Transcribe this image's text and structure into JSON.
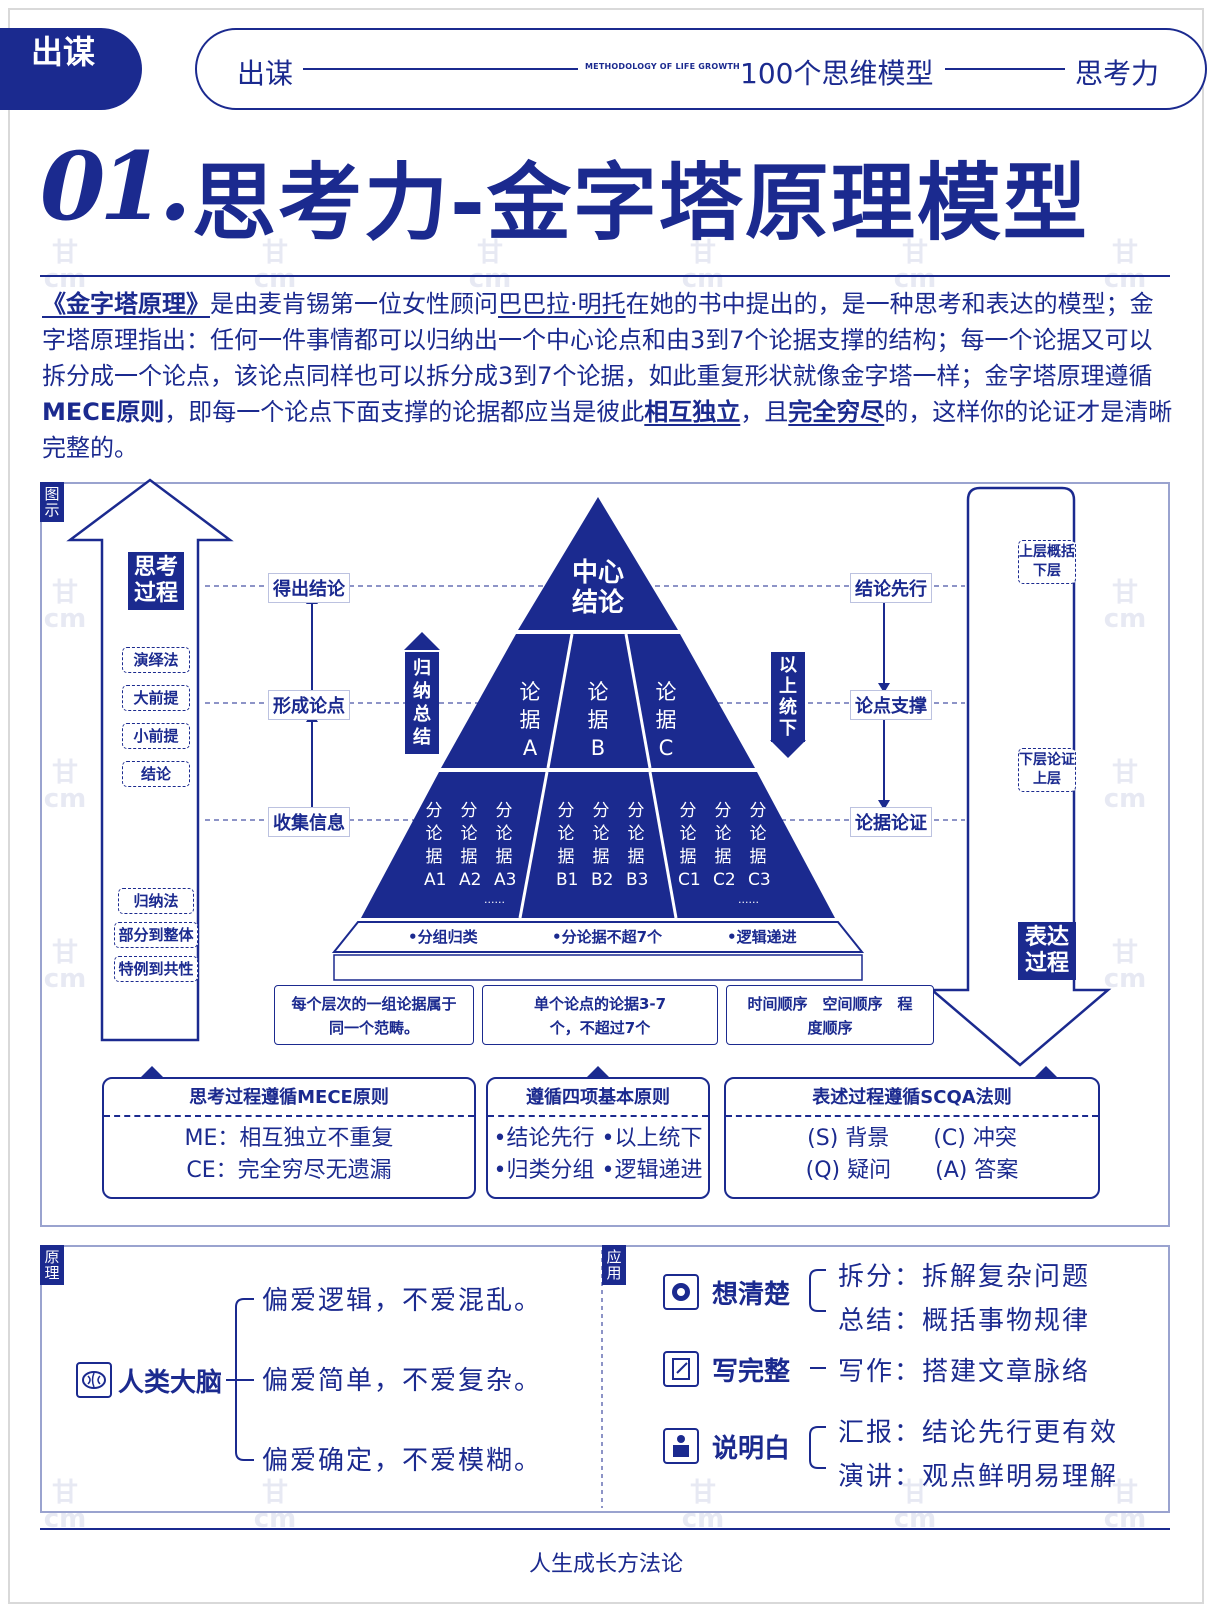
{
  "header": {
    "logo_text": "出谋",
    "left_label": "出谋",
    "en_label": "METHODOLOGY OF LIFE GROWTH",
    "mid_label": "100个思维模型",
    "right_label": "思考力"
  },
  "title": {
    "number": "01.",
    "text": "思考力-金字塔原理模型"
  },
  "intro": {
    "seg1": "《金字塔原理》",
    "seg2": "是由麦肯锡第一位女性顾问",
    "seg3": "巴巴拉·明托",
    "seg4": "在她的书中提出的，是一种思考和表达的模型；金字塔原理指出：任何一件事情都可以归纳出一个中心论点和由3到7个论据支撑的结构；每一个论据又可以拆分成一个论点，该论点同样也可以拆分成3到7个论据，如此重复形状就像金字塔一样；金字塔原理遵循",
    "seg5": "MECE原则",
    "seg6": "，即每一个论点下面支撑的论据都应当是彼此",
    "seg7": "相互独立",
    "seg8": "，且",
    "seg9": "完全穷尽",
    "seg10": "的，这样你的论证才是清晰完整的。"
  },
  "diagram": {
    "tag": "图示",
    "left_arrow": {
      "title": "思考过程",
      "deduction": [
        "演绎法",
        "大前提",
        "小前提",
        "结论"
      ],
      "induction": [
        "归纳法",
        "部分到整体",
        "特例到共性"
      ]
    },
    "left_labels": [
      "得出结论",
      "形成论点",
      "收集信息"
    ],
    "induce_label": "归纳总结",
    "pyramid": {
      "top": "中心结论",
      "mid": [
        "论据A",
        "论据B",
        "论据C"
      ],
      "bottom": [
        [
          "分论据A1",
          "分论据A2",
          "分论据A3"
        ],
        [
          "分论据B1",
          "分论据B2",
          "分论据B3"
        ],
        [
          "分论据C1",
          "分论据C2",
          "分论据C3"
        ]
      ],
      "ellipsis": "......",
      "base": [
        "•分组归类",
        "•分论据不超7个",
        "•逻辑递进"
      ]
    },
    "base_boxes": [
      "每个层次的一组论据属于同一个范畴。",
      "单个论点的论据3-7个，不超过7个",
      "时间顺序　空间顺序　程度顺序"
    ],
    "right_labels": [
      "结论先行",
      "论点支撑",
      "论据论证"
    ],
    "summarize_label": "以上统下",
    "right_arrow": {
      "note1": "上层概括下层",
      "note2": "下层论证上层",
      "title": "表达过程"
    },
    "principles": [
      {
        "title": "思考过程遵循MECE原则",
        "lines": [
          "ME：相互独立不重复",
          "CE：完全穷尽无遗漏"
        ]
      },
      {
        "title": "遵循四项基本原则",
        "lines": [
          "•结论先行 •以上统下",
          "•归类分组 •逻辑递进"
        ]
      },
      {
        "title": "表述过程遵循SCQA法则",
        "lines": [
          "(S) 背景　　(C) 冲突",
          "(Q) 疑问　　(A) 答案"
        ]
      }
    ]
  },
  "bottom": {
    "left_tag": "原理",
    "brain": "人类大脑",
    "brain_lines": [
      "偏爱逻辑，不爱混乱。",
      "偏爱简单，不爱复杂。",
      "偏爱确定，不爱模糊。"
    ],
    "right_tag": "应用",
    "apps": [
      {
        "name": "想清楚",
        "lines": [
          "拆分：拆解复杂问题",
          "总结：概括事物规律"
        ]
      },
      {
        "name": "写完整",
        "lines": [
          "写作：搭建文章脉络"
        ]
      },
      {
        "name": "说明白",
        "lines": [
          "汇报：结论先行更有效",
          "演讲：观点鲜明易理解"
        ]
      }
    ]
  },
  "footer": "人生成长方法论",
  "colors": {
    "primary": "#1b2a8f",
    "accent_light": "#9aa3cf"
  }
}
